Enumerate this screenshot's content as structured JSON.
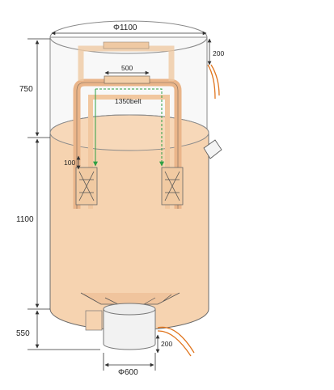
{
  "dimensions": {
    "top_diameter": "Φ1100",
    "top_section_height": "750",
    "body_height": "1100",
    "bottom_section_height": "550",
    "spout_diameter": "Φ600",
    "inlet_tie": "200",
    "outlet_tie": "200",
    "loop_width": "500",
    "belt_label": "1350belt",
    "loop_offset": "100"
  },
  "colors": {
    "fabric": "#f6d3b0",
    "fabric_dark": "#eab58a",
    "outline": "#6b6b6b",
    "tie_cord": "#e0751e",
    "dimension_line": "#333333",
    "guide_line": "#2ea043"
  }
}
